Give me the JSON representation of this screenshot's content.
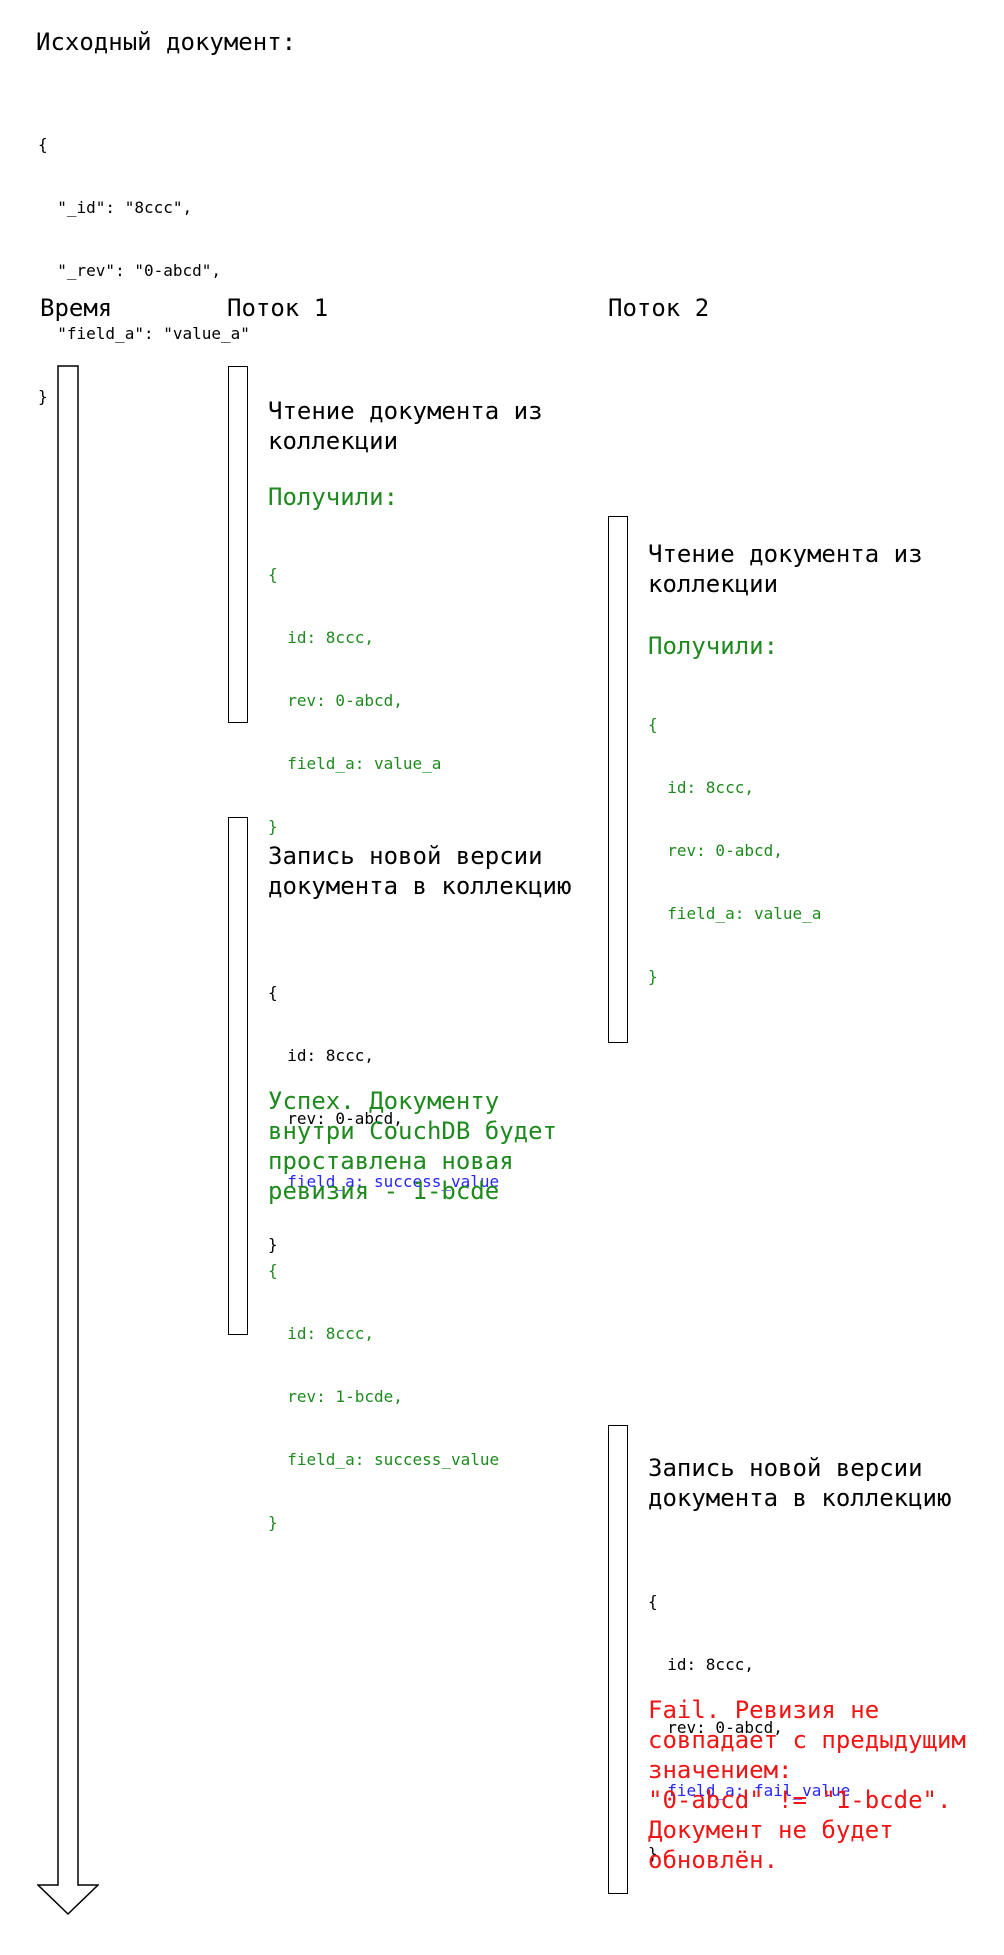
{
  "palette": {
    "text": "#000000",
    "success_green": "#1e8a1e",
    "write_blue": "#2626ff",
    "fail_red": "#f01414",
    "shape_fill": "#ffffff",
    "shape_stroke": "#000000"
  },
  "intro": {
    "title": "Исходный документ:",
    "code": [
      "{",
      "  \"_id\": \"8ccc\",",
      "  \"_rev\": \"0-abcd\",",
      "  \"field_a\": \"value_a\"",
      "}"
    ]
  },
  "columns": {
    "time_label": "Время",
    "thread1_label": "Поток 1",
    "thread2_label": "Поток 2"
  },
  "thread1": {
    "read": {
      "action": "Чтение документа из\nколлекции",
      "result_label": "Получили:",
      "code": [
        "{",
        "  id: 8ccc,",
        "  rev: 0-abcd,",
        "  field_a: value_a",
        "}"
      ]
    },
    "write": {
      "action": "Запись новой версии\nдокумента в коллекцию",
      "code": [
        "{",
        "  id: 8ccc,",
        "  rev: 0-abcd,",
        "  field_a: success_value",
        "}"
      ],
      "result_text": "Успех. Документу\nвнутри CouchDB будет\nпроставлена новая\nревизия - 1-bcde",
      "result_code": [
        "{",
        "  id: 8ccc,",
        "  rev: 1-bcde,",
        "  field_a: success_value",
        "}"
      ]
    }
  },
  "thread2": {
    "read": {
      "action": "Чтение документа из\nколлекции",
      "result_label": "Получили:",
      "code": [
        "{",
        "  id: 8ccc,",
        "  rev: 0-abcd,",
        "  field_a: value_a",
        "}"
      ]
    },
    "write": {
      "action": "Запись новой версии\nдокумента в коллекцию",
      "code": [
        "{",
        "  id: 8ccc,",
        "  rev: 0-abcd,",
        "  field_a: fail_value",
        "}"
      ],
      "result_text": "Fail. Ревизия не\nсовпадает с предыдущим\nзначением:\n\"0-abcd\" != \"1-bcde\".\nДокумент не будет\nобновлён."
    }
  }
}
